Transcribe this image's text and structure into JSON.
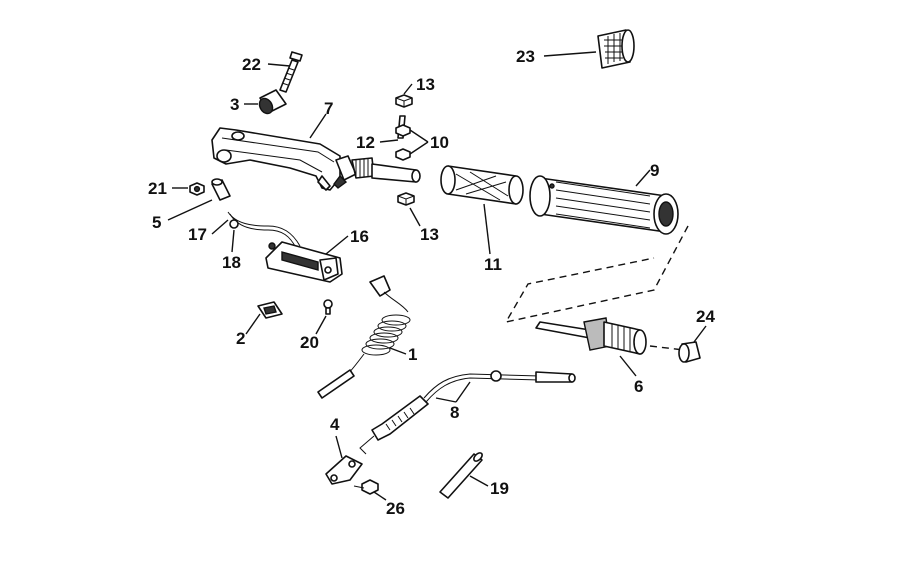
{
  "callouts": {
    "c1": "1",
    "c2": "2",
    "c3": "3",
    "c4": "4",
    "c5": "5",
    "c6": "6",
    "c7": "7",
    "c8": "8",
    "c9": "9",
    "c10": "10",
    "c11": "11",
    "c12": "12",
    "c13a": "13",
    "c13b": "13",
    "c16": "16",
    "c17": "17",
    "c18": "18",
    "c19": "19",
    "c20": "20",
    "c21": "21",
    "c22": "22",
    "c23": "23",
    "c24": "24",
    "c26": "26"
  },
  "colors": {
    "ink": "#111111",
    "background": "#ffffff"
  }
}
